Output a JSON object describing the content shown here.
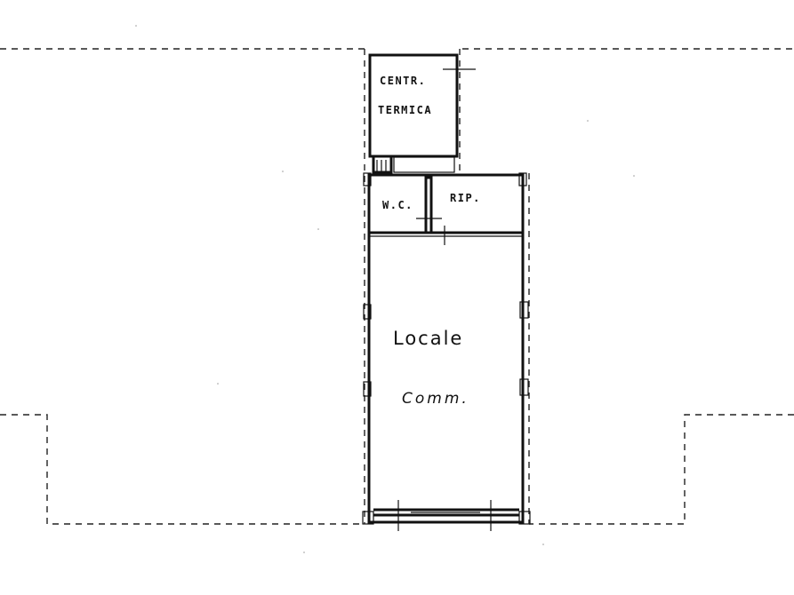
{
  "plan": {
    "rooms": {
      "centrale_termica": {
        "line1": "CENTR.",
        "line2": "TERMICA"
      },
      "wc": {
        "label": "W.C."
      },
      "ripostiglio": {
        "label": "RIP."
      },
      "locale_commerciale": {
        "line1": "Locale",
        "line2": "Comm."
      }
    },
    "colors": {
      "ink": "#111111",
      "paper": "#ffffff"
    }
  }
}
